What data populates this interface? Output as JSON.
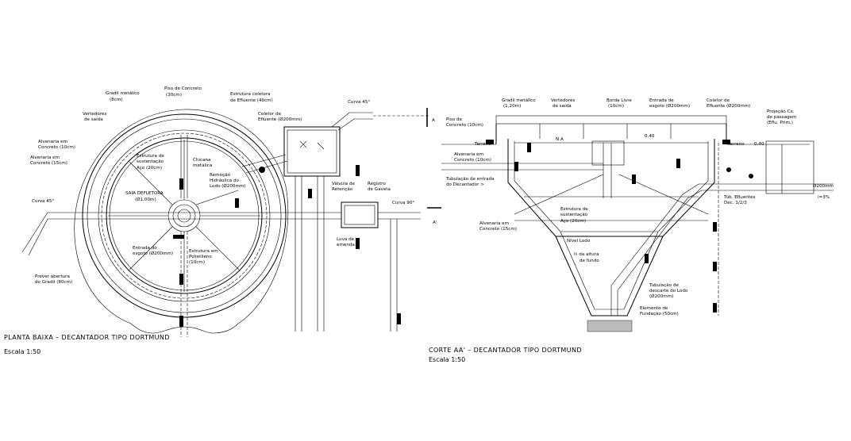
{
  "plan": {
    "title": "PLANTA BAIXA – DECANTADOR TIPO DORTMUND",
    "scale": "Escala 1:50",
    "labels": {
      "gradil": [
        "Gradil metálico",
        "(8cm)"
      ],
      "piso": [
        "Piso de Concreto",
        "(30cm)"
      ],
      "estrutura_coletora": [
        "Estrutura coletora",
        "de Efluente (40cm)"
      ],
      "vertedores": [
        "Vertedores",
        "de saída"
      ],
      "alvenaria_10": [
        "Alvenaria em",
        "Concreto (10cm)"
      ],
      "alvenaria_15": [
        "Alvenaria em",
        "Concreto (15cm)"
      ],
      "estrutura_sust": [
        "Estrutura de",
        "sustentação",
        "Aço (20cm)"
      ],
      "chicana": [
        "Chicana",
        "metálica"
      ],
      "coletor": [
        "Coletor de",
        "Efluente (Ø200mm)"
      ],
      "remocao": [
        "Remoção",
        "Hidráulica do",
        "Lodo (Ø200mm)"
      ],
      "saia": [
        "SAIA DEFLETORA",
        "(Ø1,00m)"
      ],
      "curva45_left": "Curva 45°",
      "curva45_top": "Curva 45°",
      "entrada": [
        "Entrada do",
        "esgoto (Ø200mm)"
      ],
      "estrutura_poli": [
        "Estrutura em",
        "Polietileno",
        "(10cm)"
      ],
      "prever": [
        "Prever abertura",
        "do Gradil (80cm)"
      ],
      "valvula": [
        "Válvula de",
        "Retenção"
      ],
      "registro": [
        "Registro",
        "de Gaveta"
      ],
      "curva90": "Curva 90°",
      "luva": [
        "Luva de",
        "emenda"
      ],
      "mark_a": "A",
      "mark_a2": "A'"
    }
  },
  "section": {
    "title": "CORTE AA' – DECANTADOR TIPO DORTMUND",
    "scale": "Escala 1:50",
    "labels": {
      "gradil": [
        "Gradil metálico",
        "(1,20m)"
      ],
      "vertedores": [
        "Vertedores",
        "de saída"
      ],
      "borda": [
        "Borda Livre",
        "(10cm)"
      ],
      "entrada": [
        "Entrada de",
        "esgoto (Ø200mm)"
      ],
      "coletor": [
        "Coletor de",
        "Efluente (Ø200mm)"
      ],
      "projecao": [
        "Projeção Cx.",
        "de passagem",
        "(Eflu. Prim.)"
      ],
      "piso": [
        "Piso de",
        "Concreto (10cm)"
      ],
      "terreno_left": "Terreno",
      "terreno_right": "Terreno",
      "na": "N.A",
      "alvenaria_10": [
        "Alvenaria em",
        "Concreto (10cm)"
      ],
      "tubulacao_entrada": [
        "Tubulação de entrada",
        "do Decantador >"
      ],
      "estrutura_sust": [
        "Estrutura de",
        "sustentação",
        "Aço (20cm)"
      ],
      "alvenaria_15": [
        "Alvenaria em",
        "Concreto (15cm)"
      ],
      "nivel_lodo": "Nível Lodo",
      "altura": [
        "⅓ da altura",
        "de fundo"
      ],
      "descarga": [
        "Tubulação de",
        "descarte do Lodo",
        "(Ø200mm)"
      ],
      "fundacao": [
        "Elemento de",
        "Fundação (50cm)"
      ],
      "tub_efluentes": [
        "Tub. Efluentes",
        "Dec. 1/2/3"
      ],
      "diam": "Ø200mm",
      "slope": "i=3%",
      "dim1": "0,40",
      "dim2": "0,40"
    }
  }
}
